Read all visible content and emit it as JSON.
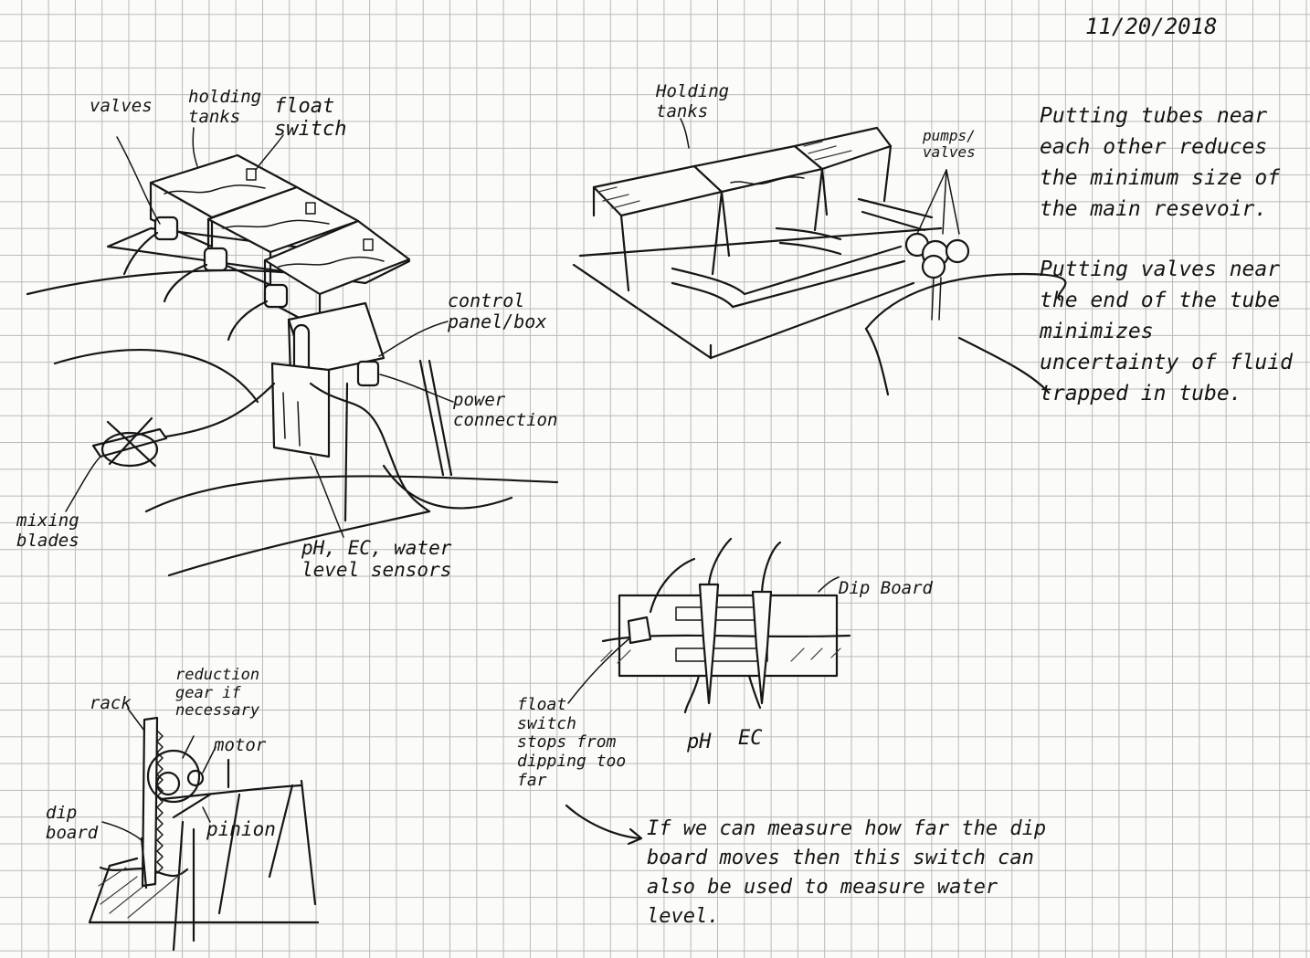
{
  "date": "11/20/2018",
  "sketch1": {
    "valves": "valves",
    "holding_tanks": "holding tanks",
    "float_switch": "float switch",
    "control_panel_box": "control panel/box",
    "power_connection": "power connection",
    "mixing_blades": "mixing blades",
    "sensors": "pH, EC, water level sensors"
  },
  "sketch2": {
    "holding_tanks": "Holding tanks",
    "pumps_valves": "pumps/ valves"
  },
  "notes": {
    "tubes": "Putting tubes near each other reduces the minimum size of the main resevoir.",
    "valves": "Putting valves near the end of the tube minimizes uncertainty of fluid trapped in tube."
  },
  "dip_board": {
    "title": "Dip Board",
    "ph": "pH",
    "ec": "EC",
    "float_switch": "float switch stops from dipping too far",
    "measure_note": "If we can measure how far the dip board moves then this switch can also be used to measure water level."
  },
  "rack_sketch": {
    "rack": "rack",
    "reduction_gear": "reduction gear if necessary",
    "motor": "motor",
    "dip_board": "dip board",
    "pinion": "pinion"
  }
}
